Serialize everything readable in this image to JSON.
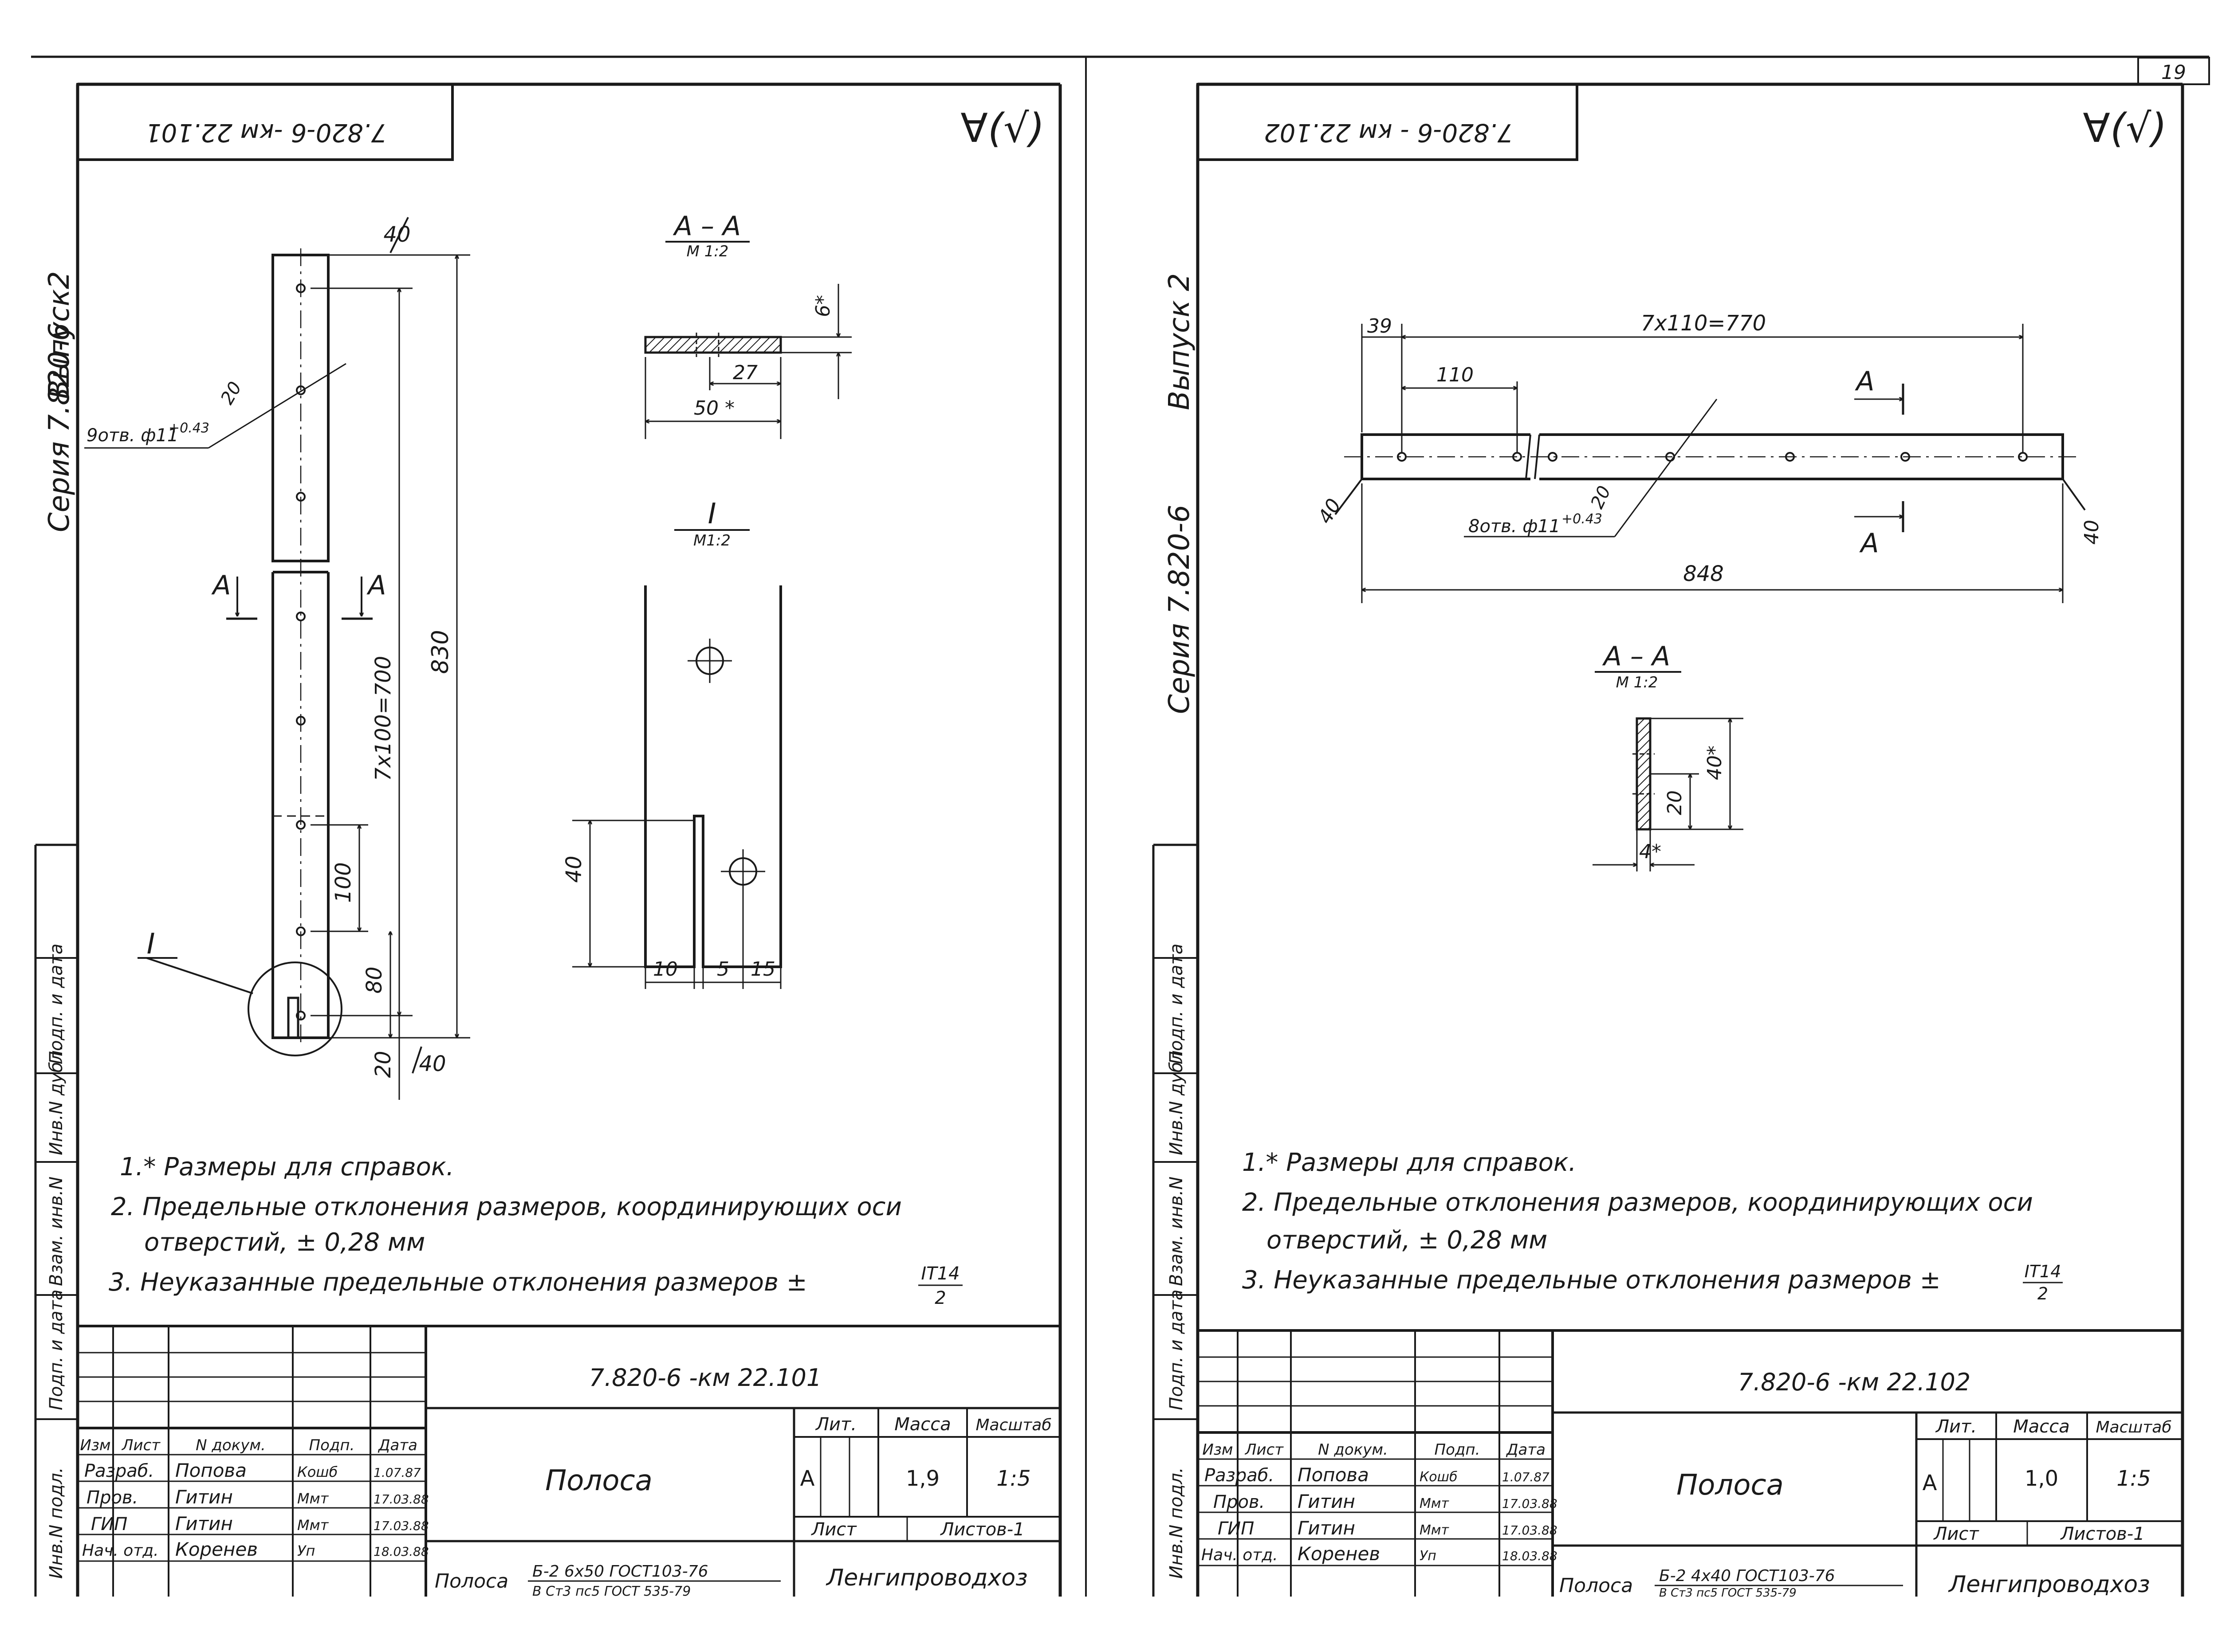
{
  "page_number": "19",
  "sheets": [
    {
      "corner_code": "7.820-6 -км 22.101",
      "roughness": "∀(√)",
      "series": "Серия 7.820-6",
      "issue": "Выпуск2",
      "views": {
        "main": {
          "dim_width": "40",
          "dim_total": "830",
          "dim_pitch": "7x100=700",
          "dim_100": "100",
          "dim_80": "80",
          "dim_20": "20",
          "dim_20b": "20",
          "dim_40b": "40",
          "holes_label": "9отв. ф11",
          "holes_tol": "+0.43",
          "section_mark": "A",
          "detail_mark": "I"
        },
        "section": {
          "title": "А – А",
          "scale": "М 1:2",
          "dim_6": "6*",
          "dim_27": "27",
          "dim_50": "50 *"
        },
        "detail": {
          "title": "I",
          "scale": "М1:2",
          "dim_40": "40",
          "dim_10": "10",
          "dim_5": "5",
          "dim_15": "15"
        }
      },
      "notes": [
        "1.* Размеры для справок.",
        "2. Предельные отклонения размеров, координирующих оси",
        "отверстий, ± 0,28 мм",
        "3. Неуказанные предельные отклонения размеров ±"
      ],
      "note_fraction": {
        "num": "IT14",
        "den": "2"
      },
      "side_stamp": [
        "Инв.N подл.",
        "Подп. и дата",
        "Взам. инв.N",
        "Инв.N дубл.",
        "Подп. и дата"
      ],
      "title_block": {
        "designation": "7.820-6 -км 22.101",
        "name": "Полоса",
        "headers": [
          "Изм",
          "Лист",
          "N докум.",
          "Подп.",
          "Дата"
        ],
        "rows": [
          [
            "Разраб.",
            "Попова",
            "Кошб",
            "1.07.87"
          ],
          [
            "Пров.",
            "Гитин",
            "Ммт",
            "17.03.88"
          ],
          [
            "ГИП",
            "Гитин",
            "Ммт",
            "17.03.88"
          ],
          [
            "Нач. отд.",
            "Коренев",
            "Уп",
            "18.03.88"
          ]
        ],
        "lit_label": "Лит.",
        "mass_label": "Масса",
        "scale_label": "Масштаб",
        "lit": "А",
        "mass": "1,9",
        "scale": "1:5",
        "sheet_label": "Лист",
        "sheets_label": "Листов-1",
        "material_prefix": "Полоса",
        "material_top": "Б-2 6x50 ГОСТ103-76",
        "material_bottom": "В Ст3 пс5 ГОСТ 535-79",
        "org": "Ленгипроводхоз"
      }
    },
    {
      "corner_code": "7.820-6 - км 22.102",
      "roughness": "∀(√)",
      "series": "Серия 7.820-6",
      "issue": "Выпуск 2",
      "views": {
        "main": {
          "dim_39": "39",
          "dim_pitch": "7x110=770",
          "dim_110": "110",
          "dim_total": "848",
          "dim_40a": "40",
          "dim_40b": "40",
          "holes_label": "8отв. ф11",
          "holes_tol": "+0.43",
          "dim_20": "20",
          "section_mark": "A"
        },
        "section": {
          "title": "А – А",
          "scale": "М 1:2",
          "dim_40": "40*",
          "dim_20": "20",
          "dim_4": "4*"
        }
      },
      "notes": [
        "1.* Размеры для справок.",
        "2. Предельные отклонения размеров, координирующих оси",
        "отверстий, ± 0,28 мм",
        "3. Неуказанные предельные отклонения размеров ±"
      ],
      "note_fraction": {
        "num": "IT14",
        "den": "2"
      },
      "side_stamp": [
        "Инв.N подл.",
        "Подп. и дата",
        "Взам. инв.N",
        "Инв.N дубл.",
        "Подп. и дата"
      ],
      "title_block": {
        "designation": "7.820-6 -км 22.102",
        "name": "Полоса",
        "headers": [
          "Изм",
          "Лист",
          "N докум.",
          "Подп.",
          "Дата"
        ],
        "rows": [
          [
            "Разраб.",
            "Попова",
            "Кошб",
            "1.07.87"
          ],
          [
            "Пров.",
            "Гитин",
            "Ммт",
            "17.03.88"
          ],
          [
            "ГИП",
            "Гитин",
            "Ммт",
            "17.03.88"
          ],
          [
            "Нач. отд.",
            "Коренев",
            "Уп",
            "18.03.88"
          ]
        ],
        "lit_label": "Лит.",
        "mass_label": "Масса",
        "scale_label": "Масштаб",
        "lit": "А",
        "mass": "1,0",
        "scale": "1:5",
        "sheet_label": "Лист",
        "sheets_label": "Листов-1",
        "material_prefix": "Полоса",
        "material_top": "Б-2 4x40 ГОСТ103-76",
        "material_bottom": "В Ст3 пс5 ГОСТ 535-79",
        "org": "Ленгипроводхоз"
      }
    }
  ]
}
